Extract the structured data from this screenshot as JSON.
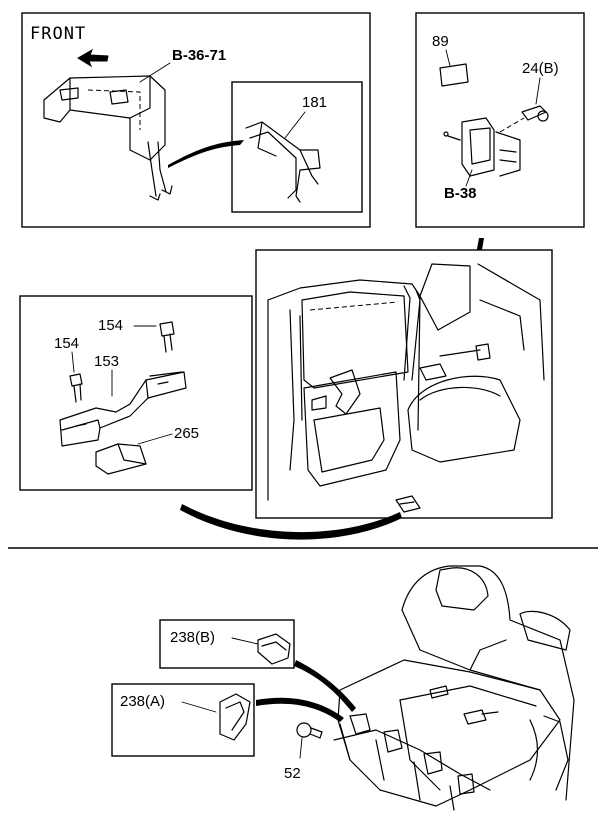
{
  "diagram": {
    "direction_label": "FRONT",
    "refs": {
      "ref_b3671": "B-36-71",
      "ref_b38": "B-38"
    },
    "parts": {
      "p181": "181",
      "p89": "89",
      "p24b": "24(B)",
      "p154a": "154",
      "p154b": "154",
      "p153": "153",
      "p265": "265",
      "p238b": "238(B)",
      "p238a": "238(A)",
      "p52": "52"
    }
  }
}
